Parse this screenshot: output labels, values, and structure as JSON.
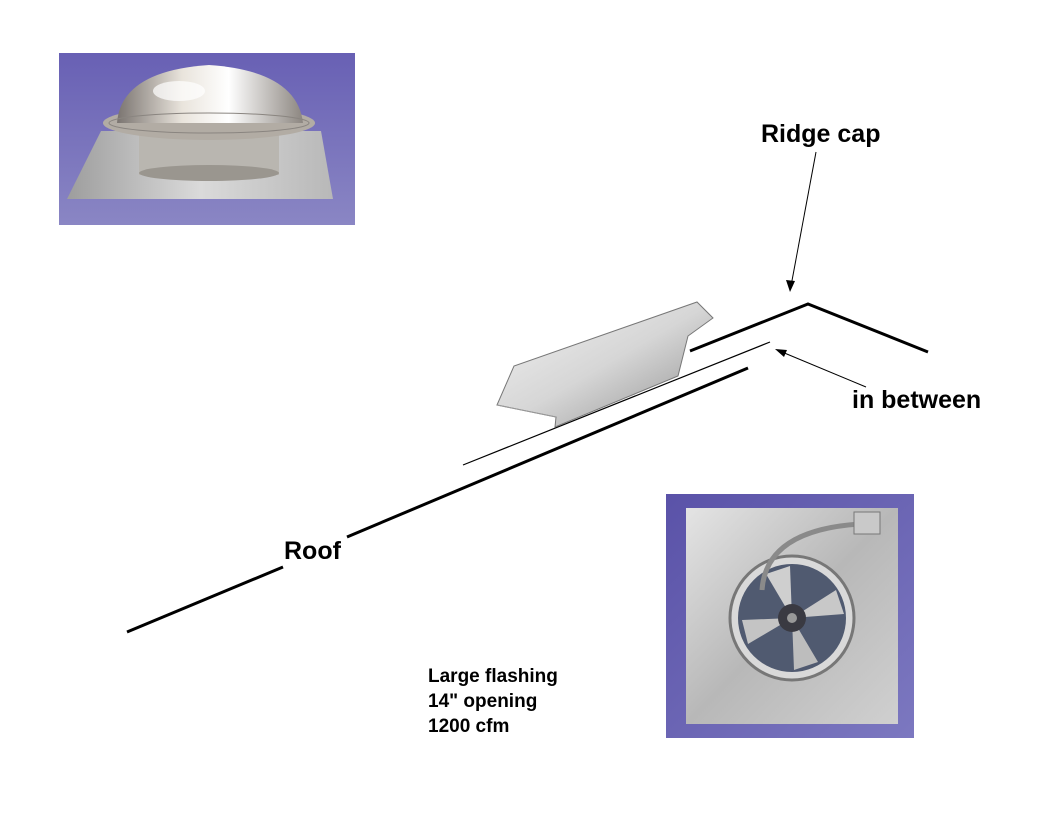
{
  "labels": {
    "ridge_cap": "Ridge cap",
    "in_between": "in between",
    "roof": "Roof"
  },
  "specs": {
    "lines": [
      "Large flashing",
      "14\" opening",
      "1200 cfm"
    ]
  },
  "photos": {
    "top": "roof-vent-side-view",
    "bottom": "roof-vent-top-view-fan"
  },
  "colors": {
    "line": "#000000",
    "photo_background": "#6a64b0",
    "metal": "#c8c8c8"
  }
}
